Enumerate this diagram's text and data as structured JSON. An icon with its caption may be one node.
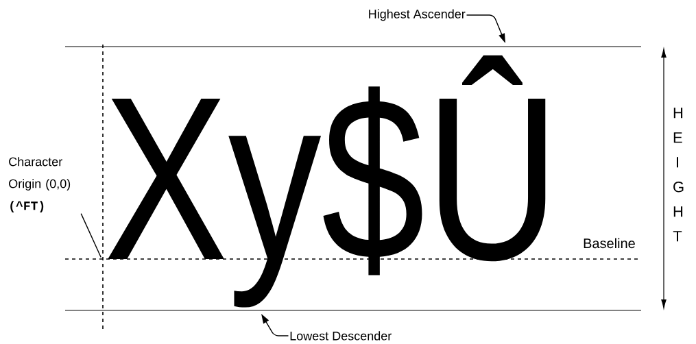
{
  "diagram": {
    "nodes": [
      {
        "text": [
          "Character Origin (0,0)",
          "(^FT)"
        ]
      },
      {
        "text": [
          "Highest Ascender"
        ]
      },
      {
        "text": [
          "Lowest Descender"
        ]
      }
    ],
    "edges": [
      {
        "from": 0,
        "to": null,
        "arrow": "none"
      },
      {
        "from": 1,
        "to": null,
        "arrow": "to"
      },
      {
        "from": 2,
        "to": null,
        "arrow": "to"
      }
    ],
    "labels": [
      "Xy$Û",
      "Baseline",
      "HEIGHT"
    ]
  }
}
